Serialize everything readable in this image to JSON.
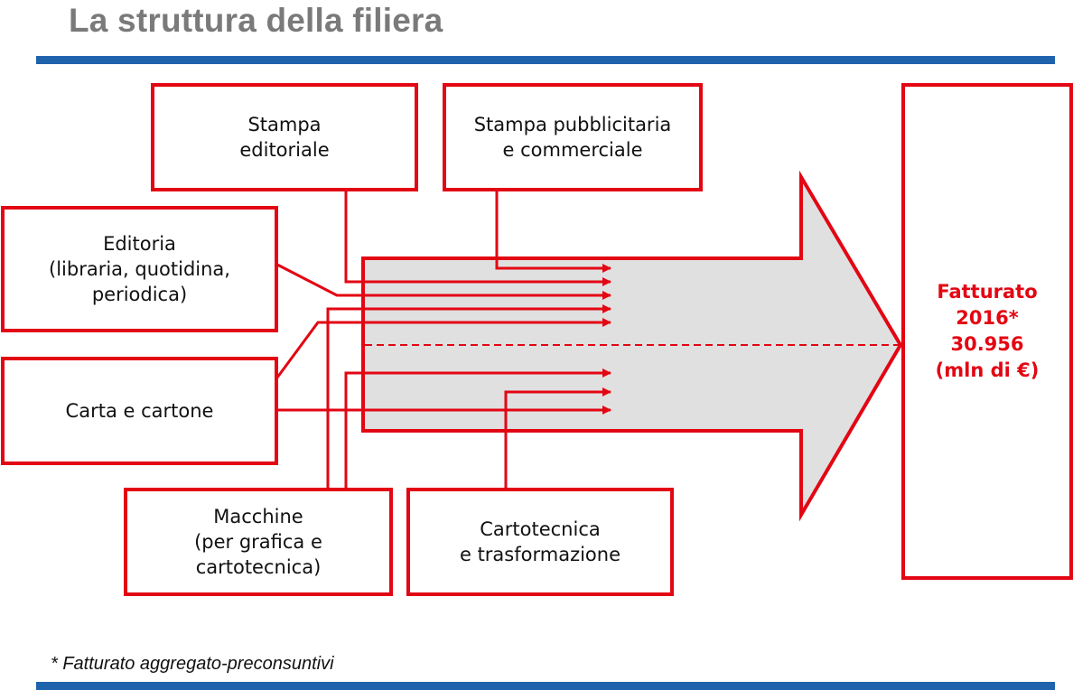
{
  "header": {
    "title": "La struttura della filiera"
  },
  "colors": {
    "accent_red": "#e30613",
    "rule_blue": "#1f63ad",
    "arrow_fill": "#e0e0e0",
    "title_gray": "#7a7a7a"
  },
  "nodes": {
    "stampa_editoriale": "Stampa\neditoriale",
    "stampa_pubblicitaria": "Stampa pubblicitaria\ne commerciale",
    "editoria": "Editoria\n(libraria, quotidina,\nperiodica)",
    "carta": "Carta e cartone",
    "macchine": "Macchine\n(per grafica e\ncartotecnica)",
    "cartotecnica": "Cartotecnica\ne trasformazione"
  },
  "total": {
    "label": "Fatturato\n2016*\n30.956\n(mln di €)",
    "metric": "Fatturato 2016",
    "value": 30956,
    "unit": "mln di €"
  },
  "footnote": "* Fatturato aggregato-preconsuntivi"
}
